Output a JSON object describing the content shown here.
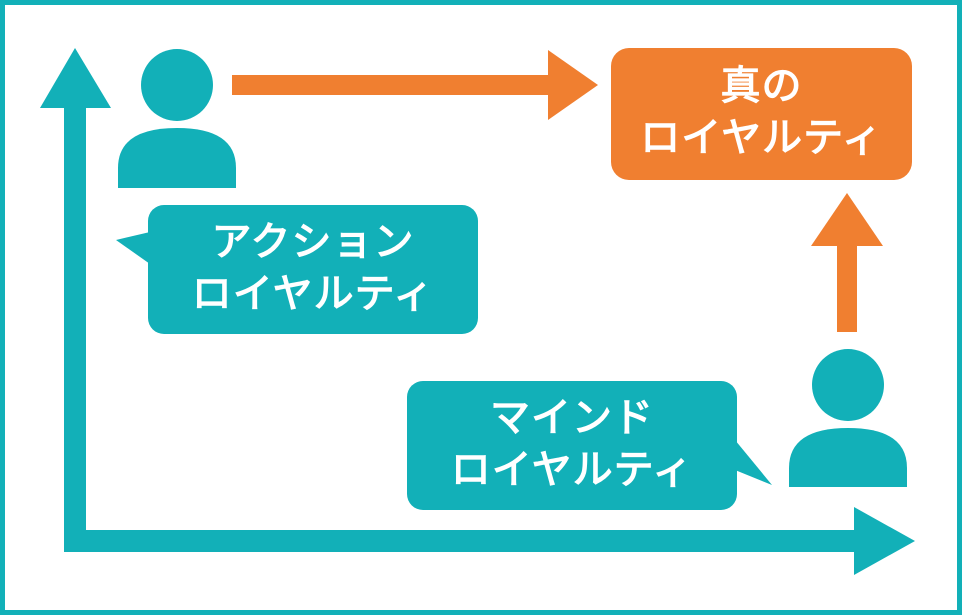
{
  "colors": {
    "teal": "#12b0b8",
    "orange": "#f07f30",
    "text_on_fill": "#ffffff"
  },
  "icons": {
    "top_person": "person-icon",
    "bottom_person": "person-icon"
  },
  "labels": {
    "true_loyalty": {
      "line1": "真の",
      "line2": "ロイヤルティ"
    },
    "action_loyalty": {
      "line1": "アクション",
      "line2": "ロイヤルティ"
    },
    "mind_loyalty": {
      "line1": "マインド",
      "line2": "ロイヤルティ"
    }
  }
}
